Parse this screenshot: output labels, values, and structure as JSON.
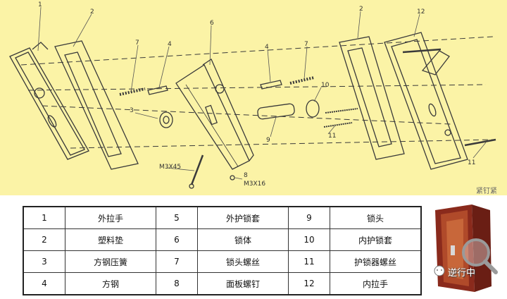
{
  "diagram": {
    "callouts": [
      "1",
      "2",
      "7",
      "4",
      "3",
      "6",
      "M3X45",
      "8",
      "M3X16",
      "4",
      "7",
      "10",
      "9",
      "11",
      "2",
      "12",
      "11"
    ],
    "corner_text": "紧钉紧"
  },
  "parts_table": {
    "rows": [
      [
        {
          "num": "1",
          "name": "外拉手"
        },
        {
          "num": "5",
          "name": "外护锁套"
        },
        {
          "num": "9",
          "name": "锁头"
        }
      ],
      [
        {
          "num": "2",
          "name": "塑料垫"
        },
        {
          "num": "6",
          "name": "锁体"
        },
        {
          "num": "10",
          "name": "内护锁套"
        }
      ],
      [
        {
          "num": "3",
          "name": "方钢压簧"
        },
        {
          "num": "7",
          "name": "锁头螺丝"
        },
        {
          "num": "11",
          "name": "护锁器螺丝"
        }
      ],
      [
        {
          "num": "4",
          "name": "方钢"
        },
        {
          "num": "8",
          "name": "面板螺钉"
        },
        {
          "num": "12",
          "name": "内拉手"
        }
      ]
    ]
  },
  "watermark": {
    "label": "逆行中",
    "icons": [
      "wechat-icon",
      "magnifier-icon"
    ]
  },
  "colors": {
    "diagram_bg": "#fbf3a6",
    "line": "#3a3a3a",
    "door": "#8a2a1c"
  }
}
